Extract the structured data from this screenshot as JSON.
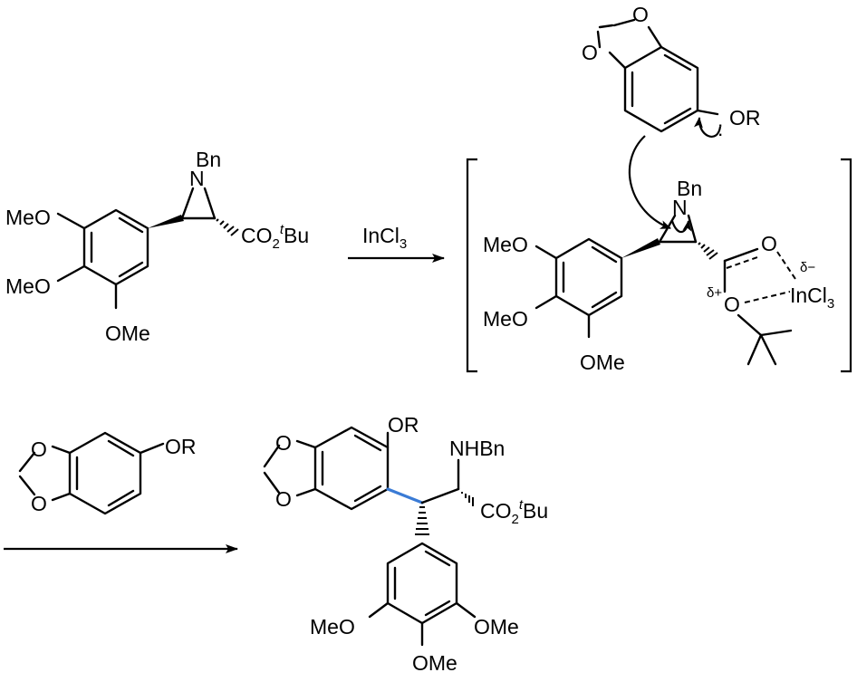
{
  "reagent": "InCl3",
  "aziridine": {
    "n_substituent": "Bn",
    "ester": "CO2tBu",
    "aryl_substituents": [
      "MeO",
      "MeO",
      "OMe"
    ]
  },
  "transition_state": {
    "nucleophile_or": "OR",
    "n_substituent": "Bn",
    "aryl_substituents": [
      "MeO",
      "MeO",
      "OMe"
    ],
    "carbonyl_o": "O",
    "ether_o": "O",
    "lewis_acid": "InCl3",
    "delta_plus": "δ+",
    "delta_minus": "δ−",
    "dioxole_o": [
      "O",
      "O"
    ]
  },
  "nucleophile": {
    "or_label": "OR",
    "dioxole_o": [
      "O",
      "O"
    ]
  },
  "product": {
    "or_label": "OR",
    "amine": "NHBn",
    "ester": "CO2tBu",
    "aryl_substituents": [
      "MeO",
      "OMe",
      "OMe"
    ],
    "dioxole_o": [
      "O",
      "O"
    ],
    "new_bond_color": "#3a7bd5"
  }
}
